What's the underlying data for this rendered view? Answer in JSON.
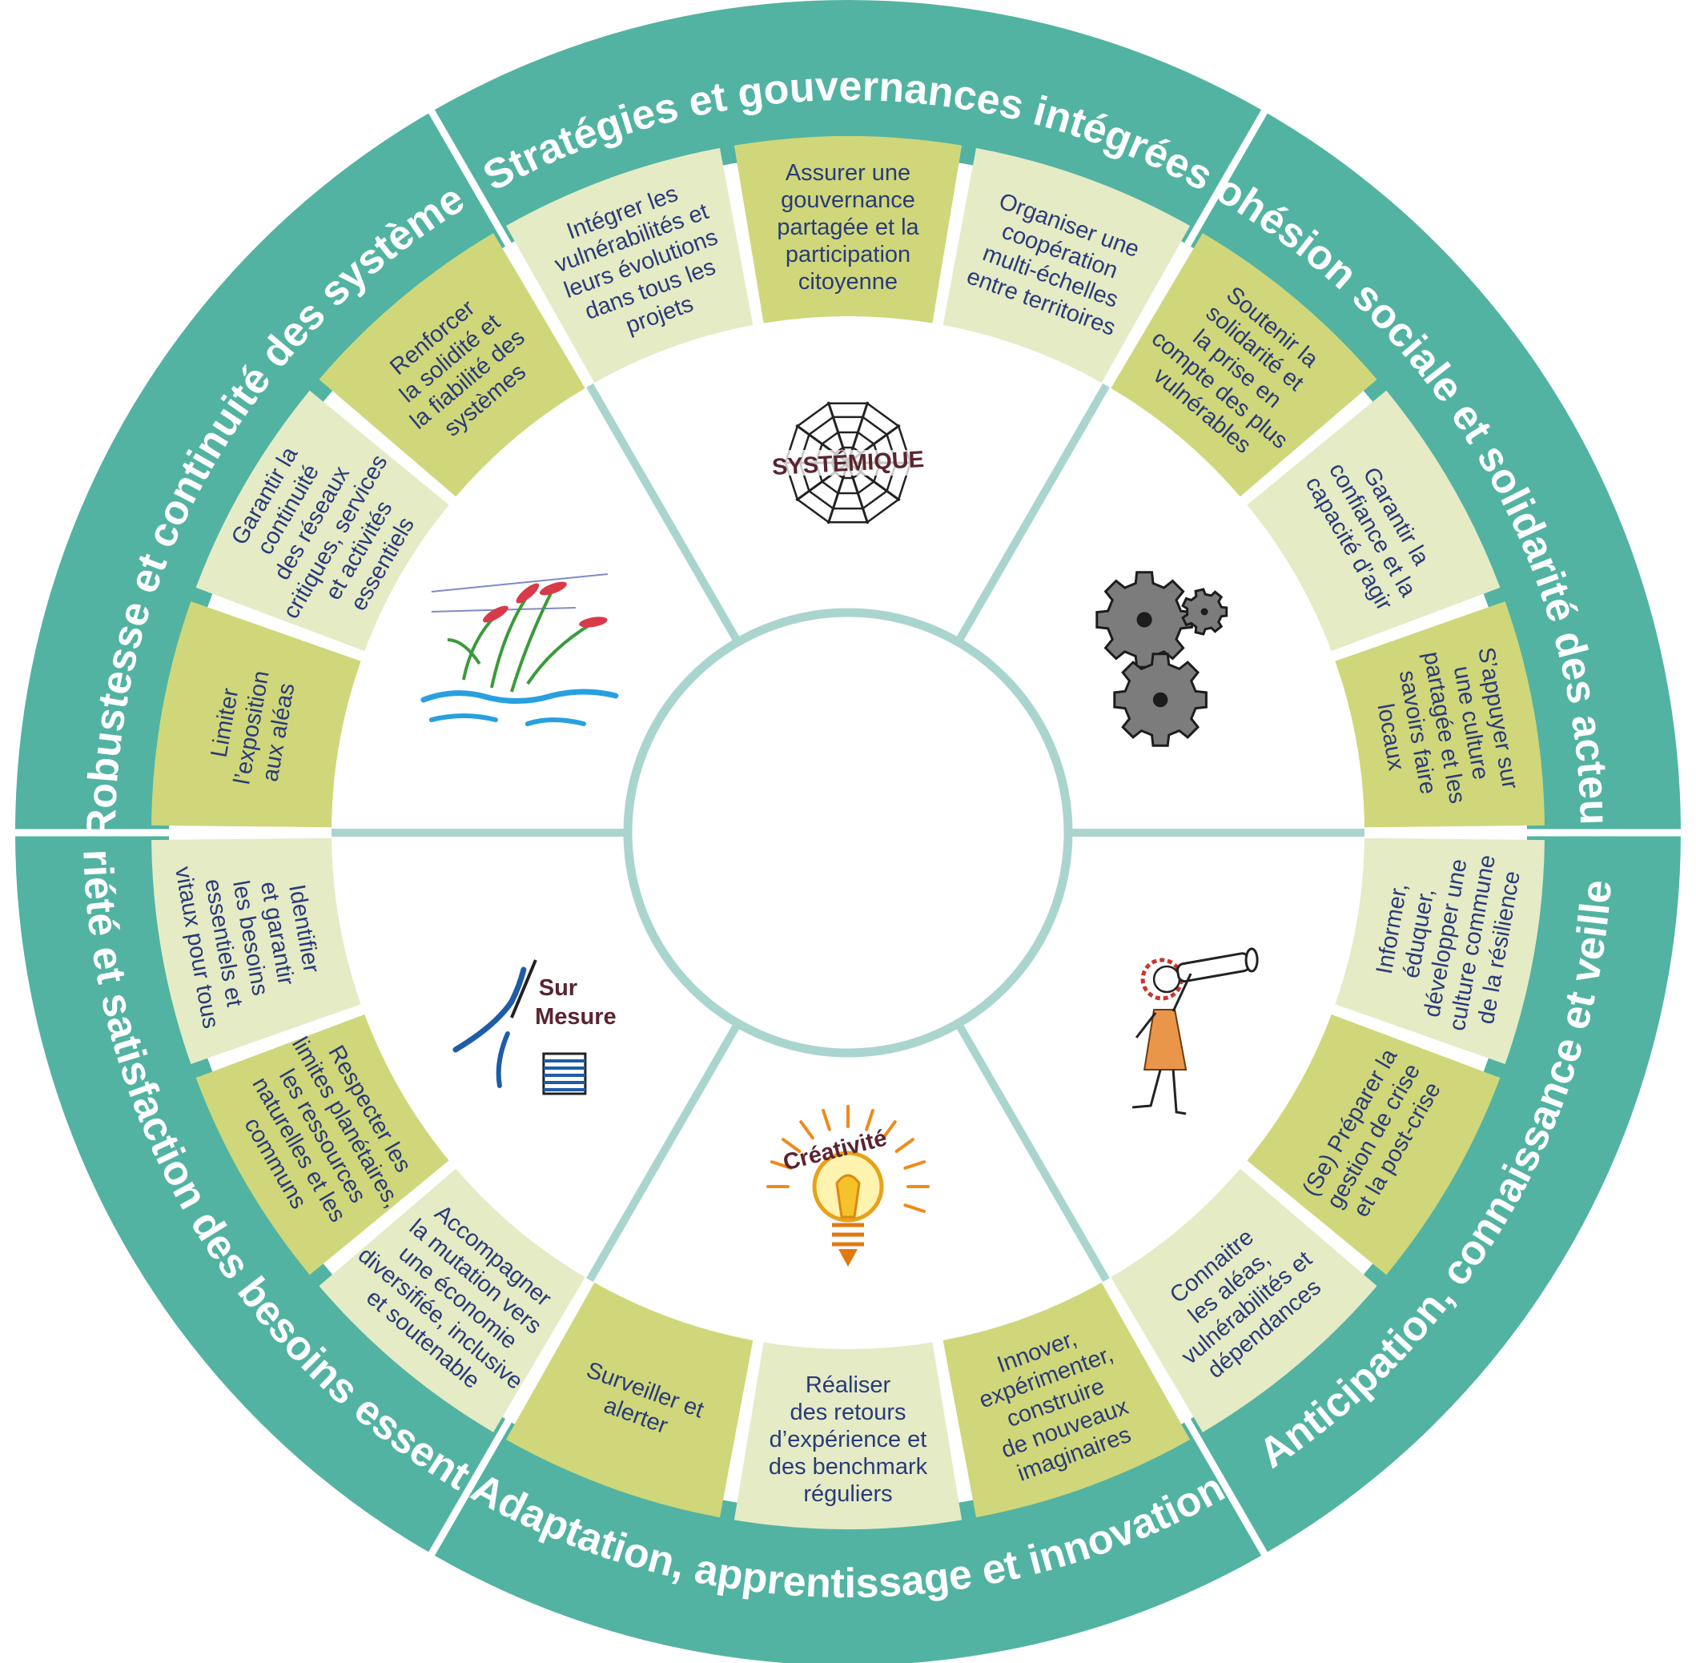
{
  "colors": {
    "outer_ring": "#52b3a2",
    "separator": "#ffffff",
    "cell_dark": "#cfd77a",
    "cell_light": "#e5ebc5",
    "spoke": "#aad5cf",
    "cell_text": "#2a3a7a"
  },
  "sectors": [
    {
      "title": "Stratégies et gouvernances intégrées",
      "icon": "spiderweb-systemique-icon",
      "icon_label": "SYSTÉMIQUE",
      "cells": [
        {
          "lines": [
            "Intégrer les",
            "vulnérabilités et",
            "leurs évolutions",
            "dans tous les",
            "projets"
          ],
          "tone": "light"
        },
        {
          "lines": [
            "Assurer une",
            "gouvernance",
            "partagée et la",
            "participation",
            "citoyenne"
          ],
          "tone": "dark"
        },
        {
          "lines": [
            "Organiser une",
            "coopération",
            "multi-échelles",
            "entre territoires"
          ],
          "tone": "light"
        }
      ]
    },
    {
      "title": "Cohésion sociale et solidarité des acteurs",
      "icon": "gears-icon",
      "icon_label": "",
      "cells": [
        {
          "lines": [
            "Soutenir la",
            "solidarité et",
            "la prise en",
            "compte des plus",
            "vulnérables"
          ],
          "tone": "dark"
        },
        {
          "lines": [
            "Garantir la",
            "confiance et la",
            "capacité d’agir"
          ],
          "tone": "light"
        },
        {
          "lines": [
            "S’appuyer sur",
            "une culture",
            "partagée et les",
            "savoirs faire",
            "locaux"
          ],
          "tone": "dark"
        }
      ]
    },
    {
      "title": "Anticipation, connaissance et veille",
      "icon": "person-telescope-icon",
      "icon_label": "",
      "cells": [
        {
          "lines": [
            "Informer,",
            "éduquer,",
            "développer une",
            "culture commune",
            "de la résilience"
          ],
          "tone": "light"
        },
        {
          "lines": [
            "(Se) Préparer la",
            "gestion de crise",
            "et la post-crise"
          ],
          "tone": "dark"
        },
        {
          "lines": [
            "Connaitre",
            "les aléas,",
            "vulnérabilités et",
            "dépendances"
          ],
          "tone": "light"
        }
      ]
    },
    {
      "title": "Adaptation, apprentissage et innovation",
      "icon": "lightbulb-creativite-icon",
      "icon_label": "Créativité",
      "cells": [
        {
          "lines": [
            "Innover,",
            "expérimenter,",
            "construire",
            "de nouveaux",
            "imaginaires"
          ],
          "tone": "dark"
        },
        {
          "lines": [
            "Réaliser",
            "des retours",
            "d’expérience et",
            "des benchmark",
            "réguliers"
          ],
          "tone": "light"
        },
        {
          "lines": [
            "Surveiller et",
            "alerter"
          ],
          "tone": "dark"
        }
      ]
    },
    {
      "title": "Sobriété et satisfaction des besoins essentiels",
      "icon": "needle-thread-sur-mesure-icon",
      "icon_label": "Sur Mesure",
      "cells": [
        {
          "lines": [
            "Accompagner",
            "la mutation vers",
            "une économie",
            "diversifiée, inclusive",
            "et soutenable"
          ],
          "tone": "light"
        },
        {
          "lines": [
            "Respecter les",
            "limites planétaires,",
            "les ressources",
            "naturelles et les",
            "communs"
          ],
          "tone": "dark"
        },
        {
          "lines": [
            "Identifier",
            "et garantir",
            "les besoins",
            "essentiels et",
            "vitaux pour tous"
          ],
          "tone": "light"
        }
      ]
    },
    {
      "title": "Robustesse et continuité des systèmes",
      "icon": "reeds-water-icon",
      "icon_label": "",
      "cells": [
        {
          "lines": [
            "Limiter",
            "l’exposition",
            "aux aléas"
          ],
          "tone": "dark"
        },
        {
          "lines": [
            "Garantir la",
            "continuité",
            "des réseaux",
            "critiques, services",
            "et activités",
            "essentiels"
          ],
          "tone": "light"
        },
        {
          "lines": [
            "Renforcer",
            "la solidité et",
            "la fiabilité des",
            "systèmes"
          ],
          "tone": "dark"
        }
      ]
    }
  ]
}
